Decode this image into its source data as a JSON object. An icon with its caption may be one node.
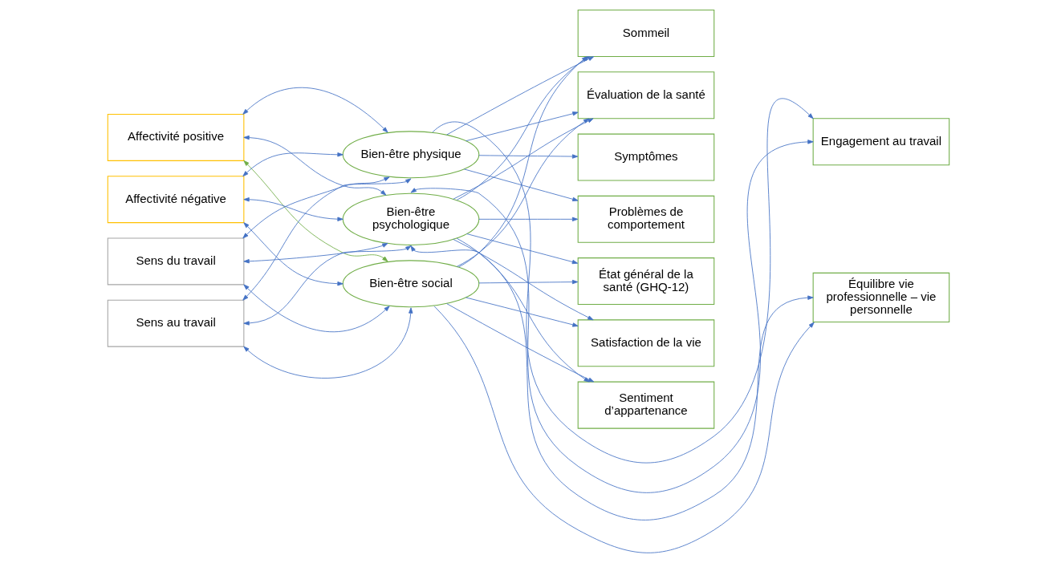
{
  "diagram": {
    "nodes": [
      {
        "text": [
          "Affectivité positive"
        ]
      },
      {
        "text": [
          "Affectivité négative"
        ]
      },
      {
        "text": [
          "Sens du travail"
        ]
      },
      {
        "text": [
          "Sens au travail"
        ]
      },
      {
        "text": [
          "Bien-être physique"
        ]
      },
      {
        "text": [
          "Bien-être psychologique"
        ]
      },
      {
        "text": [
          "Bien-être social"
        ]
      },
      {
        "text": [
          "Sommeil"
        ]
      },
      {
        "text": [
          "Évaluation de la santé"
        ]
      },
      {
        "text": [
          "Symptômes"
        ]
      },
      {
        "text": [
          "Problèmes de comportement"
        ]
      },
      {
        "text": [
          "État général de la santé (GHQ-12)"
        ]
      },
      {
        "text": [
          "Satisfaction de la vie"
        ]
      },
      {
        "text": [
          "Sentiment d’appartenance"
        ]
      },
      {
        "text": [
          "Engagement au travail"
        ]
      },
      {
        "text": [
          "Équilibre vie professionnelle – vie personnelle"
        ]
      }
    ],
    "edges": [
      {
        "from": 0,
        "to": 4,
        "arrow": "both"
      },
      {
        "from": 0,
        "to": 5,
        "arrow": "both"
      },
      {
        "from": 0,
        "to": 6,
        "arrow": "both",
        "color": "#70ad47"
      },
      {
        "from": 1,
        "to": 4,
        "arrow": "both"
      },
      {
        "from": 1,
        "to": 5,
        "arrow": "both"
      },
      {
        "from": 1,
        "to": 6,
        "arrow": "both"
      },
      {
        "from": 2,
        "to": 4,
        "arrow": "both"
      },
      {
        "from": 2,
        "to": 5,
        "arrow": "both"
      },
      {
        "from": 2,
        "to": 6,
        "arrow": "both"
      },
      {
        "from": 3,
        "to": 4,
        "arrow": "both"
      },
      {
        "from": 3,
        "to": 5,
        "arrow": "both"
      },
      {
        "from": 3,
        "to": 6,
        "arrow": "both"
      },
      {
        "from": 4,
        "to": 7,
        "arrow": "to"
      },
      {
        "from": 4,
        "to": 8,
        "arrow": "to"
      },
      {
        "from": 4,
        "to": 9,
        "arrow": "to"
      },
      {
        "from": 4,
        "to": 10,
        "arrow": "to"
      },
      {
        "from": 5,
        "to": 7,
        "arrow": "to"
      },
      {
        "from": 5,
        "to": 8,
        "arrow": "to"
      },
      {
        "from": 5,
        "to": 10,
        "arrow": "to"
      },
      {
        "from": 5,
        "to": 11,
        "arrow": "to"
      },
      {
        "from": 5,
        "to": 12,
        "arrow": "to"
      },
      {
        "from": 5,
        "to": 13,
        "arrow": "to"
      },
      {
        "from": 6,
        "to": 7,
        "arrow": "to"
      },
      {
        "from": 6,
        "to": 8,
        "arrow": "to"
      },
      {
        "from": 6,
        "to": 11,
        "arrow": "to"
      },
      {
        "from": 6,
        "to": 12,
        "arrow": "to"
      },
      {
        "from": 6,
        "to": 13,
        "arrow": "to"
      },
      {
        "from": 4,
        "to": 14,
        "arrow": "to"
      },
      {
        "from": 5,
        "to": 14,
        "arrow": "both"
      },
      {
        "from": 5,
        "to": 15,
        "arrow": "both"
      },
      {
        "from": 6,
        "to": 15,
        "arrow": "to"
      }
    ]
  }
}
